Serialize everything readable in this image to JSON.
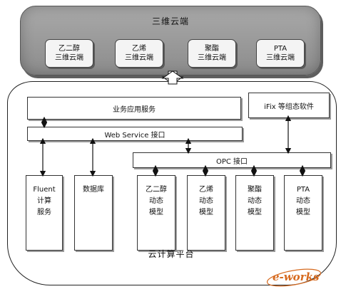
{
  "top": {
    "title": "三维云端",
    "items": [
      {
        "line1": "乙二醇",
        "line2": "三维云端"
      },
      {
        "line1": "乙烯",
        "line2": "三维云端"
      },
      {
        "line1": "聚酯",
        "line2": "三维云端"
      },
      {
        "line1": "PTA",
        "line2": "三维云端"
      }
    ]
  },
  "platform": {
    "business_service": "业务应用服务",
    "ifix": "iFix 等组态软件",
    "web_service": "Web Service 接口",
    "opc": "OPC 接口",
    "fluent": [
      "Fluent",
      "计算",
      "服务"
    ],
    "database": "数据库",
    "models": [
      [
        "乙二醇",
        "动态",
        "模型"
      ],
      [
        "乙烯",
        "动态",
        "模型"
      ],
      [
        "聚酯",
        "动态",
        "模型"
      ],
      [
        "PTA",
        "动态",
        "模型"
      ]
    ],
    "label": "云计算平台"
  },
  "watermark": {
    "text": "e-works",
    "color": "#d66a1f"
  }
}
